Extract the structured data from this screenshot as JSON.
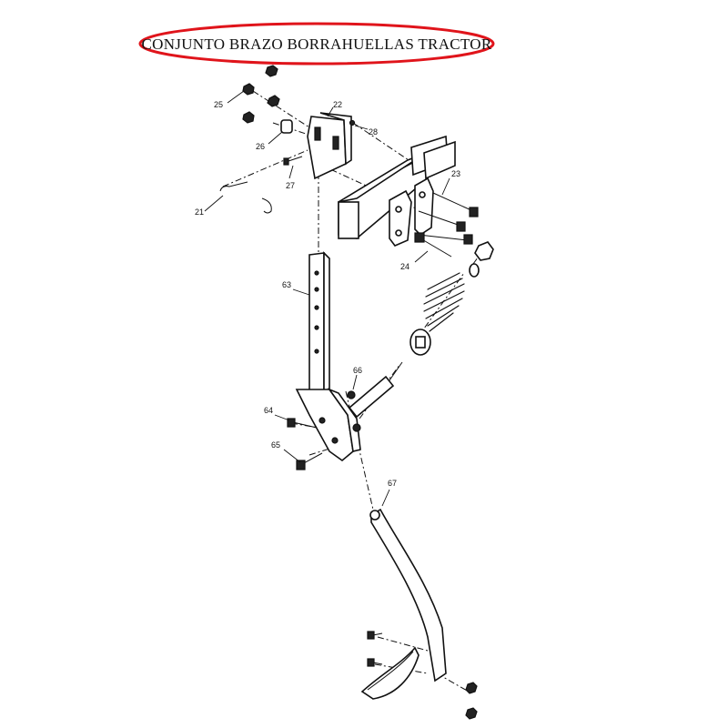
{
  "title": "CONJUNTO BRAZO BORRAHUELLAS TRACTOR",
  "colors": {
    "title_ellipse": "#e0141b",
    "ink": "#111111",
    "background": "#ffffff"
  },
  "part_labels": {
    "p21": "21",
    "p22": "22",
    "p23": "23",
    "p24": "24",
    "p25": "25",
    "p26": "26",
    "p27": "27",
    "p28": "28",
    "p63": "63",
    "p64": "64",
    "p65": "65",
    "p66": "66",
    "p67": "67"
  }
}
